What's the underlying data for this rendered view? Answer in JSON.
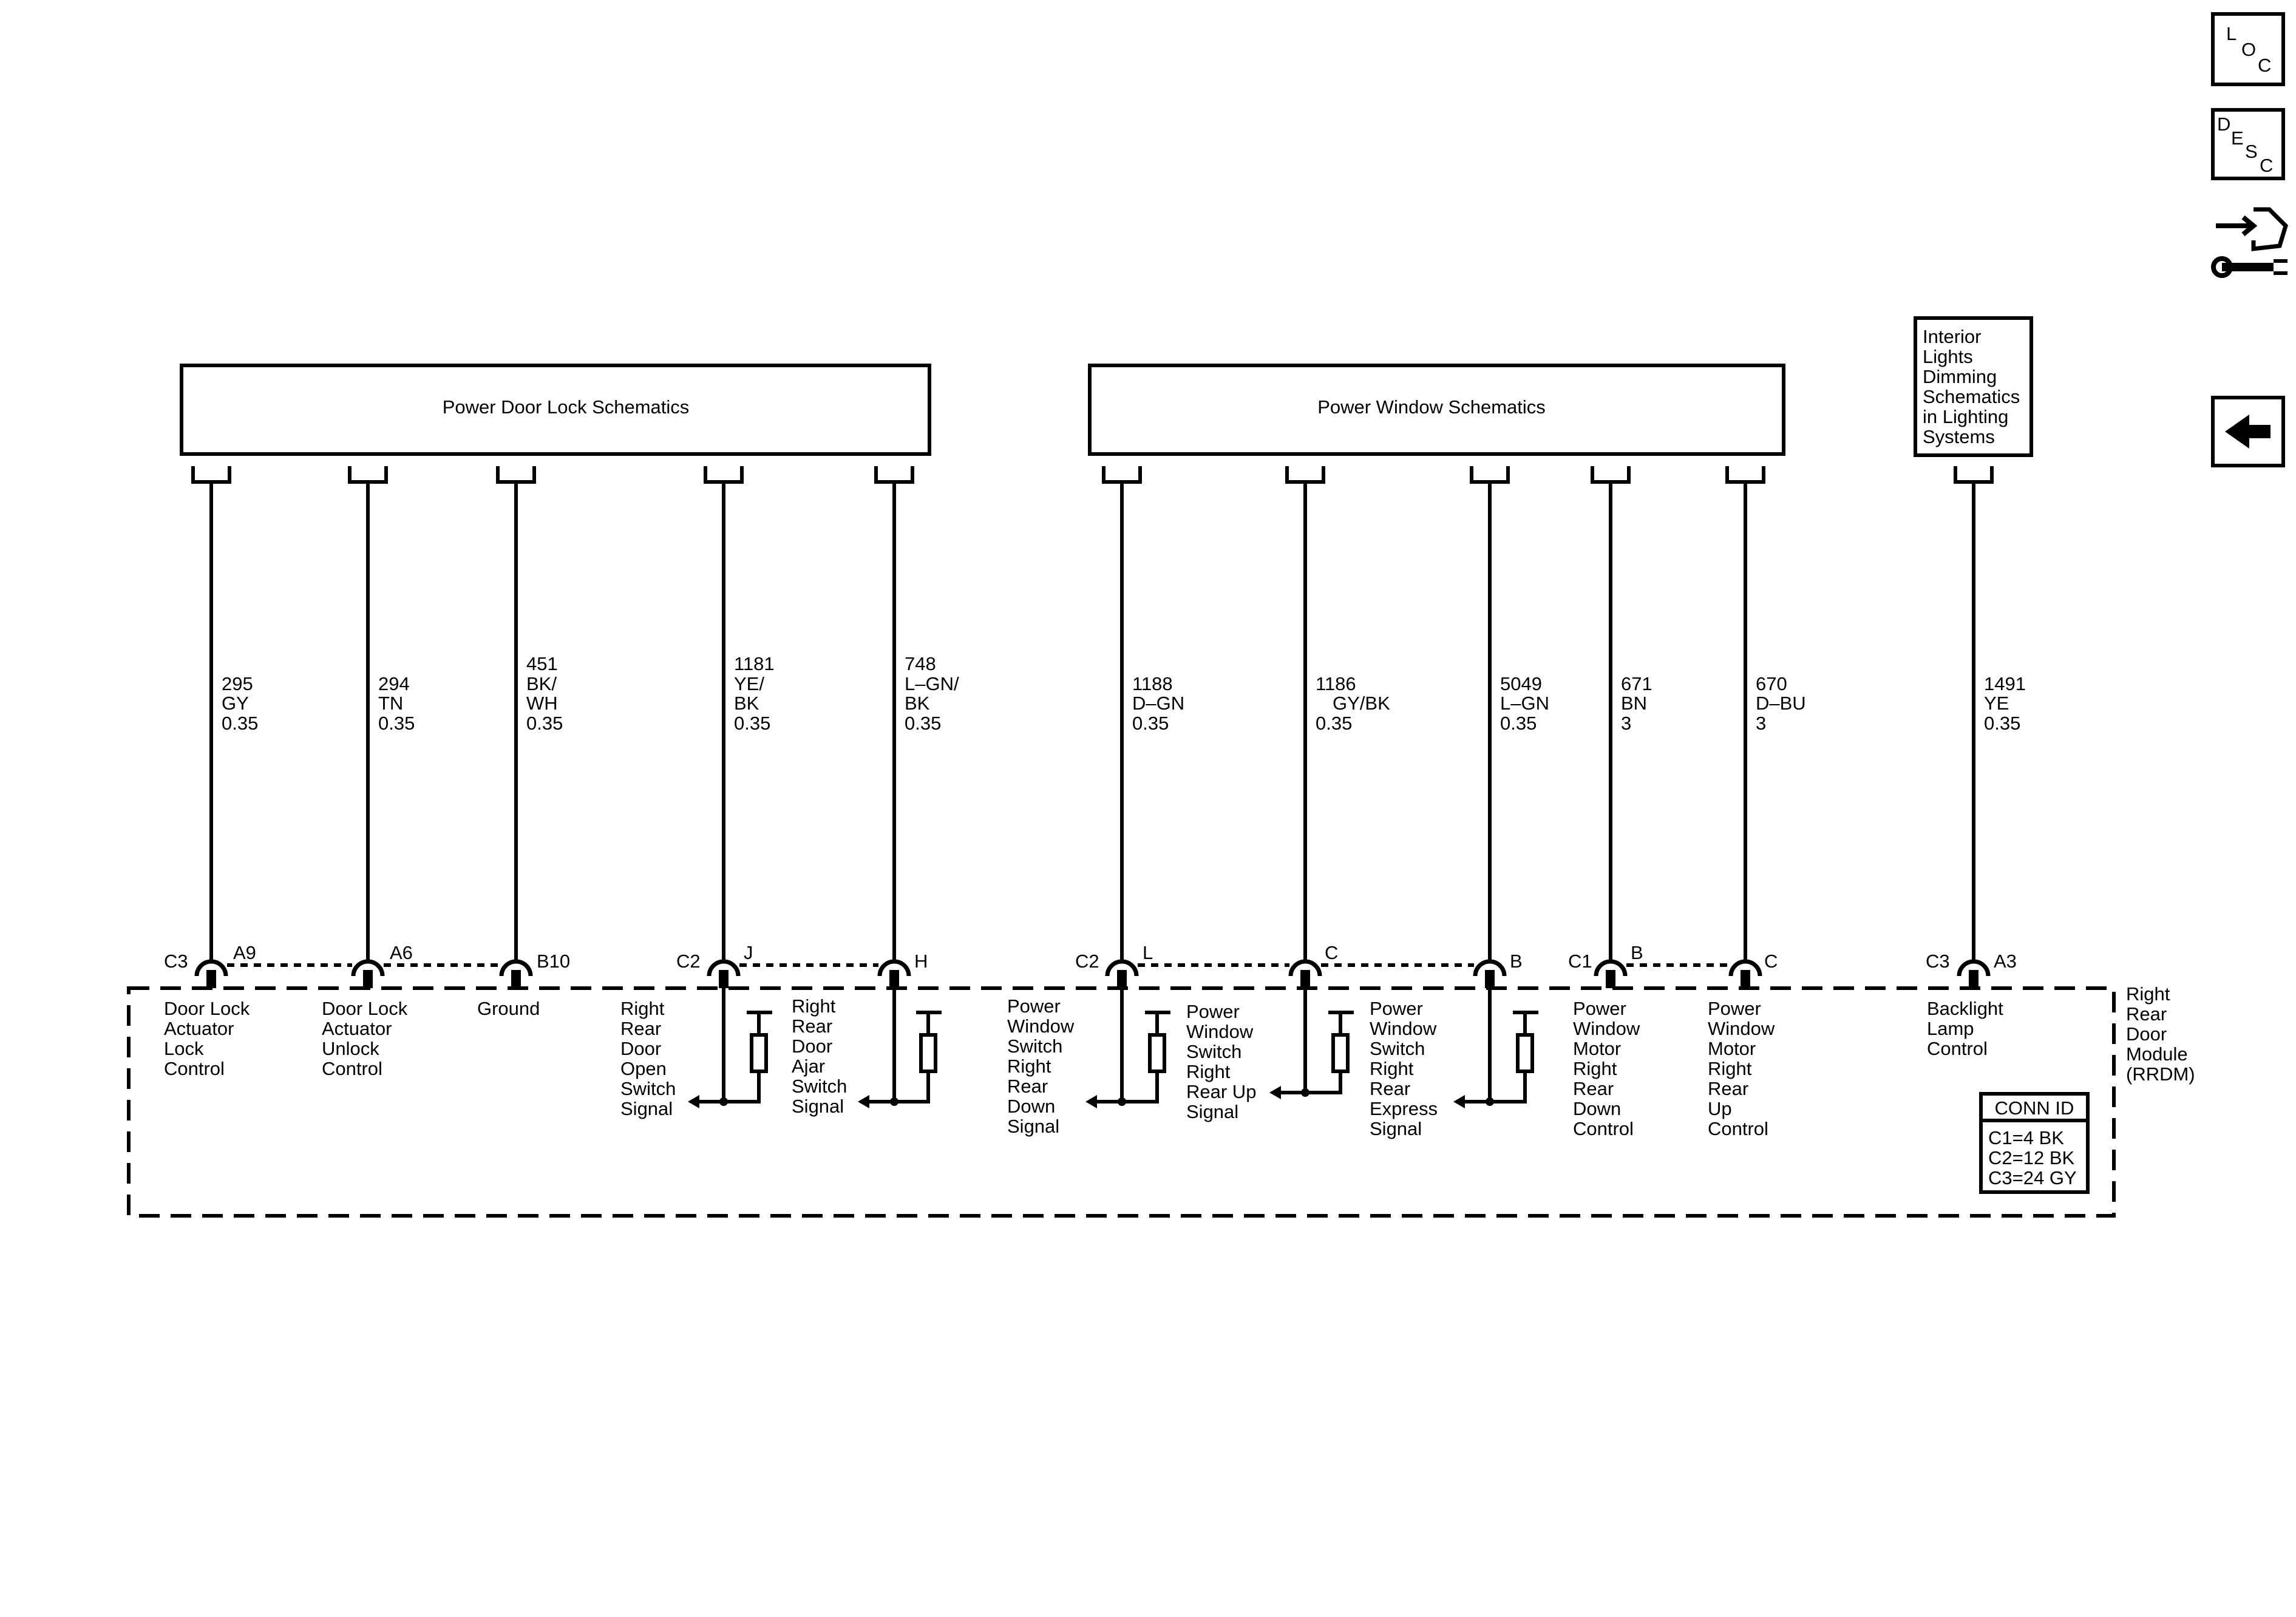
{
  "header_boxes": {
    "door_lock": "Power Door Lock Schematics",
    "window": "Power Window Schematics",
    "interior": [
      "Interior",
      "Lights",
      "Dimming",
      "Schematics",
      "in Lighting",
      "Systems"
    ]
  },
  "side_buttons": {
    "loc": [
      "L",
      "O",
      "C"
    ],
    "desc": [
      "D",
      "E",
      "S",
      "C"
    ]
  },
  "wires": [
    {
      "circuit": [
        "295",
        "GY",
        "0.35"
      ]
    },
    {
      "circuit": [
        "294",
        "TN",
        "0.35"
      ]
    },
    {
      "circuit": [
        "451",
        "BK/",
        "WH",
        "0.35"
      ]
    },
    {
      "circuit": [
        "1181",
        "YE/",
        "BK",
        "0.35"
      ]
    },
    {
      "circuit": [
        "748",
        "L–GN/",
        "BK",
        "0.35"
      ]
    },
    {
      "circuit": [
        "1188",
        "D–GN",
        "0.35"
      ]
    },
    {
      "circuit": [
        "1186",
        "GY/BK",
        "0.35"
      ]
    },
    {
      "circuit": [
        "5049",
        "L–GN",
        "0.35"
      ]
    },
    {
      "circuit": [
        "671",
        "BN",
        "3"
      ]
    },
    {
      "circuit": [
        "670",
        "D–BU",
        "3"
      ]
    },
    {
      "circuit": [
        "1491",
        "YE",
        "0.35"
      ]
    }
  ],
  "connectors": {
    "c3_left": "C3",
    "a9": "A9",
    "a6": "A6",
    "b10": "B10",
    "c2_left": "C2",
    "j": "J",
    "h": "H",
    "c2_mid": "C2",
    "l": "L",
    "c_mid": "C",
    "b_mid": "B",
    "c1": "C1",
    "b_right": "B",
    "c_right": "C",
    "c3_right": "C3",
    "a3": "A3"
  },
  "functions": [
    [
      "Door Lock",
      "Actuator",
      "Lock",
      "Control"
    ],
    [
      "Door Lock",
      "Actuator",
      "Unlock",
      "Control"
    ],
    [
      "Ground"
    ],
    [
      "Right",
      "Rear",
      "Door",
      "Open",
      "Switch",
      "Signal"
    ],
    [
      "Right",
      "Rear",
      "Door",
      "Ajar",
      "Switch",
      "Signal"
    ],
    [
      "Power",
      "Window",
      "Switch",
      "Right",
      "Rear",
      "Down",
      "Signal"
    ],
    [
      "Power",
      "Window",
      "Switch",
      "Right",
      "Rear Up",
      "Signal"
    ],
    [
      "Power",
      "Window",
      "Switch",
      "Right",
      "Rear",
      "Express",
      "Signal"
    ],
    [
      "Power",
      "Window",
      "Motor",
      "Right",
      "Rear",
      "Down",
      "Control"
    ],
    [
      "Power",
      "Window",
      "Motor",
      "Right",
      "Rear",
      "Up",
      "Control"
    ],
    [
      "Backlight",
      "Lamp",
      "Control"
    ]
  ],
  "module_name": [
    "Right",
    "Rear",
    "Door",
    "Module",
    "(RRDM)"
  ],
  "conn_id": {
    "title": "CONN ID",
    "lines": [
      "C1=4 BK",
      "C2=12 BK",
      "C3=24 GY"
    ]
  }
}
